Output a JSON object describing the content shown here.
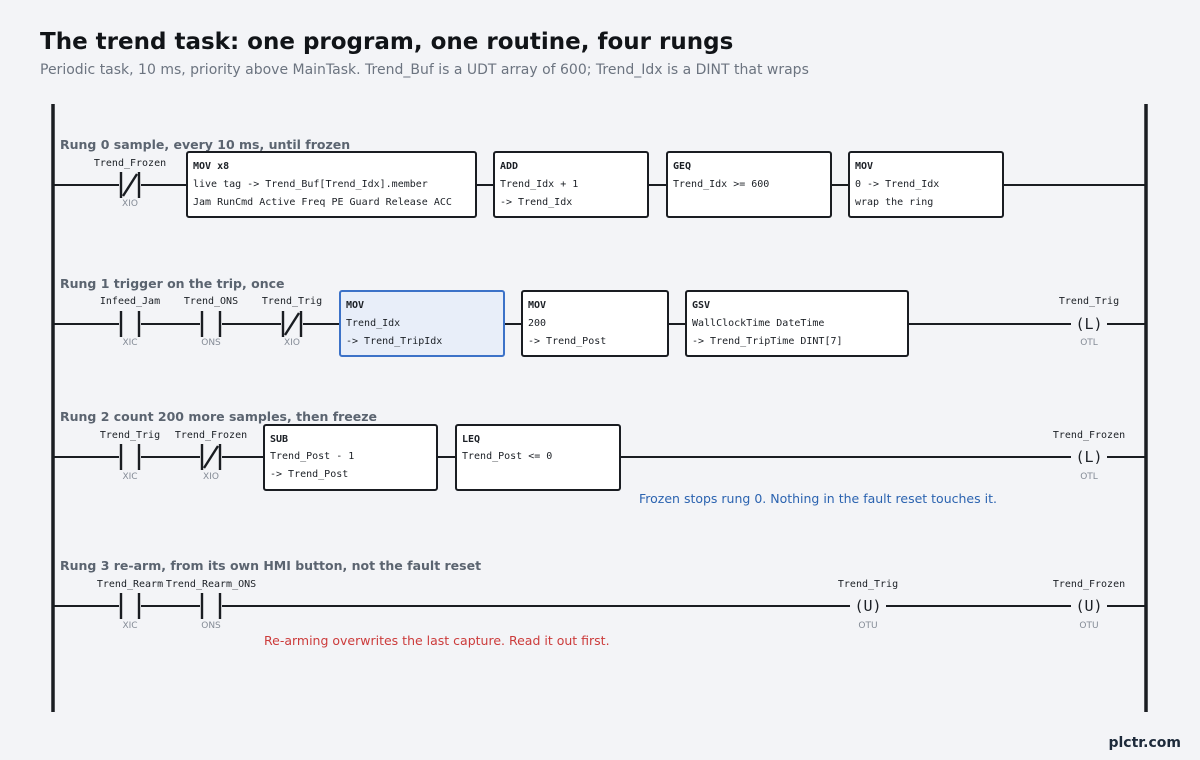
{
  "title": "The trend task: one program, one routine, four rungs",
  "subtitle": "Periodic task, 10 ms, priority above MainTask. Trend_Buf is a UDT array of 600; Trend_Idx is a DINT that wraps",
  "brand": "plctr.com",
  "colors": {
    "highlight_fill": "#e8eef9",
    "highlight_stroke": "#3c72c8",
    "note_blue": "#2b63b0",
    "note_red": "#cc3b3b"
  },
  "rungs": [
    {
      "label": "Rung 0  sample, every 10 ms, until frozen",
      "contacts": [
        {
          "tag": "Trend_Frozen",
          "type": "XIO"
        }
      ],
      "boxes": [
        {
          "name": "MOV x8",
          "lines": [
            "live tag -> Trend_Buf[Trend_Idx].member",
            "Jam RunCmd Active Freq PE Guard Release ACC"
          ]
        },
        {
          "name": "ADD",
          "lines": [
            "Trend_Idx + 1",
            "-> Trend_Idx"
          ]
        },
        {
          "name": "GEQ",
          "lines": [
            "Trend_Idx >= 600"
          ]
        },
        {
          "name": "MOV",
          "lines": [
            "0 -> Trend_Idx",
            "wrap the ring"
          ]
        }
      ],
      "coils": []
    },
    {
      "label": "Rung 1  trigger on the trip, once",
      "contacts": [
        {
          "tag": "Infeed_Jam",
          "type": "XIC"
        },
        {
          "tag": "Trend_ONS",
          "type": "ONS"
        },
        {
          "tag": "Trend_Trig",
          "type": "XIO"
        }
      ],
      "boxes": [
        {
          "name": "MOV",
          "lines": [
            "Trend_Idx",
            "-> Trend_TripIdx"
          ],
          "highlight": true
        },
        {
          "name": "MOV",
          "lines": [
            "200",
            "-> Trend_Post"
          ]
        },
        {
          "name": "GSV",
          "lines": [
            "WallClockTime DateTime",
            "-> Trend_TripTime DINT[7]"
          ]
        }
      ],
      "coils": [
        {
          "tag": "Trend_Trig",
          "symbol": "(L)",
          "type": "OTL"
        }
      ]
    },
    {
      "label": "Rung 2  count 200 more samples, then freeze",
      "contacts": [
        {
          "tag": "Trend_Trig",
          "type": "XIC"
        },
        {
          "tag": "Trend_Frozen",
          "type": "XIO"
        }
      ],
      "boxes": [
        {
          "name": "SUB",
          "lines": [
            "Trend_Post - 1",
            "-> Trend_Post"
          ]
        },
        {
          "name": "LEQ",
          "lines": [
            "Trend_Post <= 0"
          ]
        }
      ],
      "coils": [
        {
          "tag": "Trend_Frozen",
          "symbol": "(L)",
          "type": "OTL"
        }
      ],
      "note": "Frozen stops rung 0. Nothing in the fault reset touches it."
    },
    {
      "label": "Rung 3  re-arm, from its own HMI button, not the fault reset",
      "contacts": [
        {
          "tag": "Trend_Rearm",
          "type": "XIC"
        },
        {
          "tag": "Trend_Rearm_ONS",
          "type": "ONS"
        }
      ],
      "boxes": [],
      "coils": [
        {
          "tag": "Trend_Trig",
          "symbol": "(U)",
          "type": "OTU"
        },
        {
          "tag": "Trend_Frozen",
          "symbol": "(U)",
          "type": "OTU"
        }
      ],
      "note": "Re-arming overwrites the last capture. Read it out first."
    }
  ]
}
